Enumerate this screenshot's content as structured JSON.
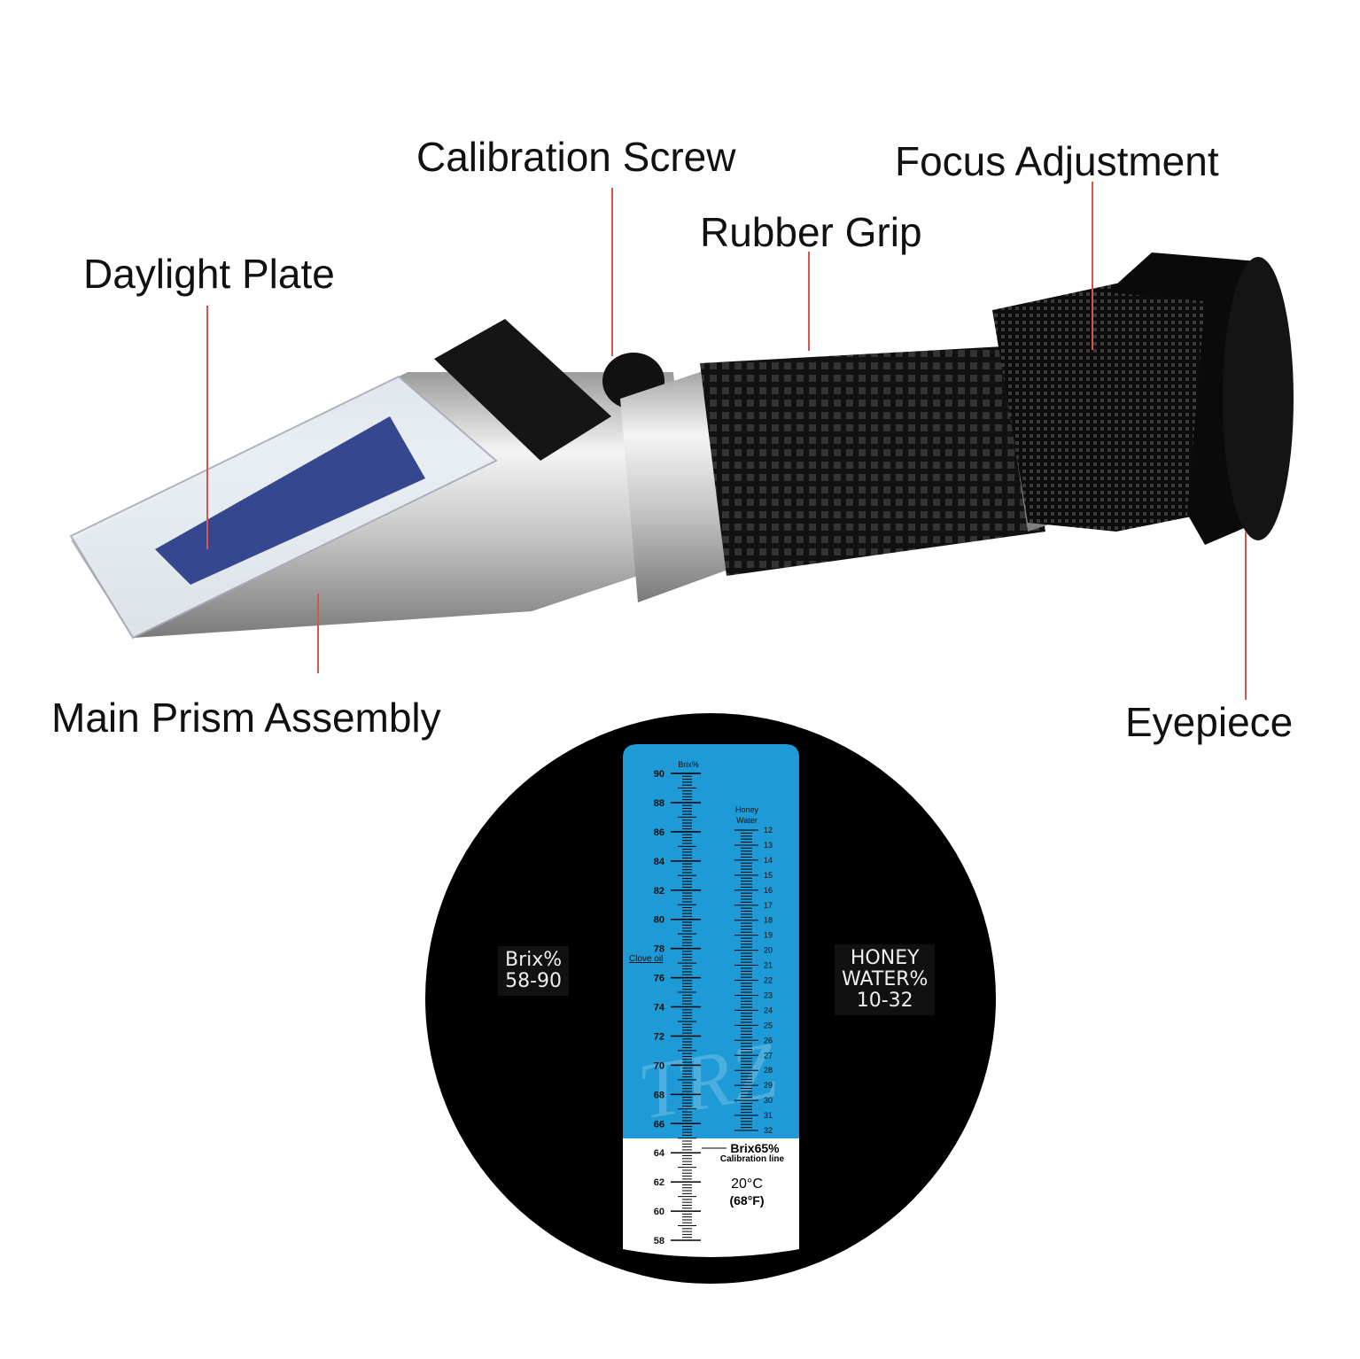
{
  "callouts": {
    "daylight_plate": "Daylight Plate",
    "calibration_screw": "Calibration Screw",
    "rubber_grip": "Rubber Grip",
    "focus_adjustment": "Focus Adjustment",
    "main_prism_assembly": "Main Prism Assembly",
    "eyepiece": "Eyepiece"
  },
  "scale": {
    "brix_header": "Brix%",
    "honey_header_1": "Honey",
    "honey_header_2": "Water",
    "brix_labels": [
      90,
      88,
      86,
      84,
      82,
      80,
      78,
      76,
      74,
      72,
      70,
      68,
      66,
      64,
      62,
      60,
      58
    ],
    "honey_labels": [
      12,
      13,
      14,
      15,
      16,
      17,
      18,
      19,
      20,
      21,
      22,
      23,
      24,
      25,
      26,
      27,
      28,
      29,
      30,
      31,
      32
    ],
    "clove_oil": "Clove oil",
    "calibration_value": "Brix65%",
    "calibration_text": "Calibration line",
    "temp_c": "20°C",
    "temp_f": "(68°F)",
    "watermark": "TRZ",
    "blue_color": "#1e9ad6"
  },
  "side_labels": {
    "brix_line1": "Brix%",
    "brix_line2": "58-90",
    "honey_line1": "HONEY",
    "honey_line2": "WATER%",
    "honey_line3": "10-32"
  }
}
